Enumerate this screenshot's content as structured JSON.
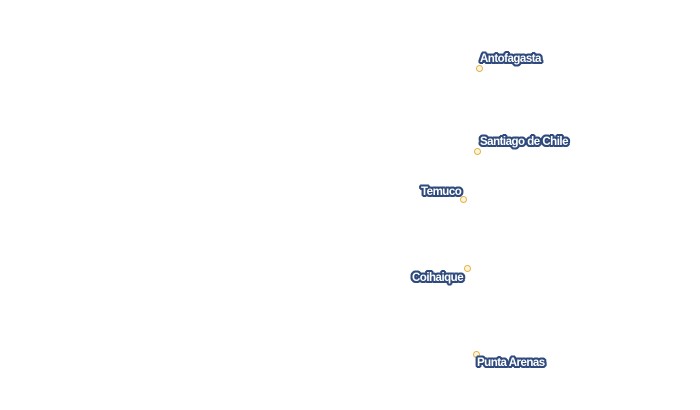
{
  "map": {
    "marker_color": "#fff6d9",
    "marker_stroke": "#e3b24a",
    "label_halo_color": "#2f4a7d",
    "label_text_color": "#ffffff",
    "cities": [
      {
        "name": "Antofagasta"
      },
      {
        "name": "Santiago de Chile"
      },
      {
        "name": "Temuco"
      },
      {
        "name": "Coihaique"
      },
      {
        "name": "Punta Arenas"
      }
    ]
  }
}
